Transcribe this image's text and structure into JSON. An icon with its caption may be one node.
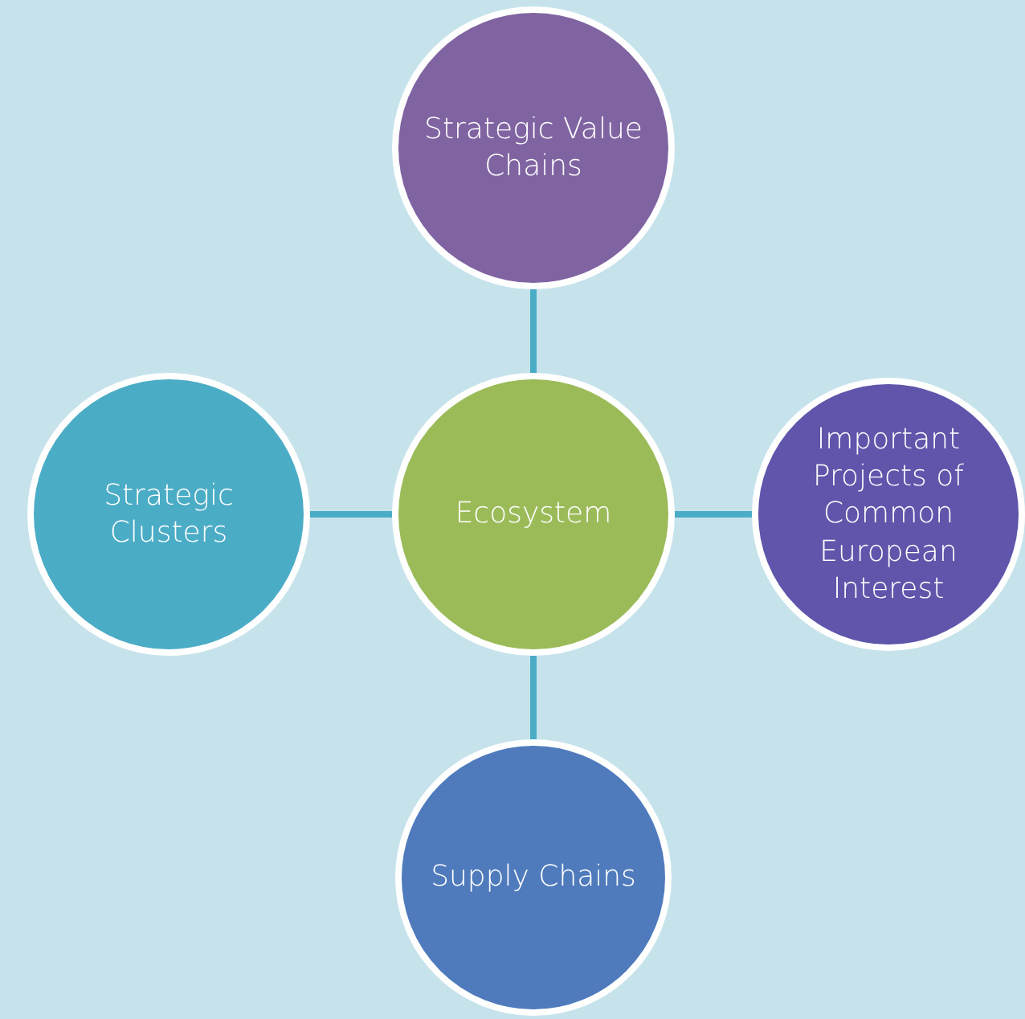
{
  "diagram": {
    "nodes": [
      {
        "text": [
          "Ecosystem"
        ]
      },
      {
        "text": [
          "Strategic Value Chains"
        ]
      },
      {
        "text": [
          "Strategic Clusters"
        ]
      },
      {
        "text": [
          "Important Projects of Common European Interest"
        ]
      },
      {
        "text": [
          "Supply Chains"
        ]
      }
    ],
    "edges": [
      {
        "from": 0,
        "to": 1,
        "arrow": "none"
      },
      {
        "from": 0,
        "to": 2,
        "arrow": "none"
      },
      {
        "from": 0,
        "to": 3,
        "arrow": "none"
      },
      {
        "from": 0,
        "to": 4,
        "arrow": "none"
      }
    ]
  }
}
